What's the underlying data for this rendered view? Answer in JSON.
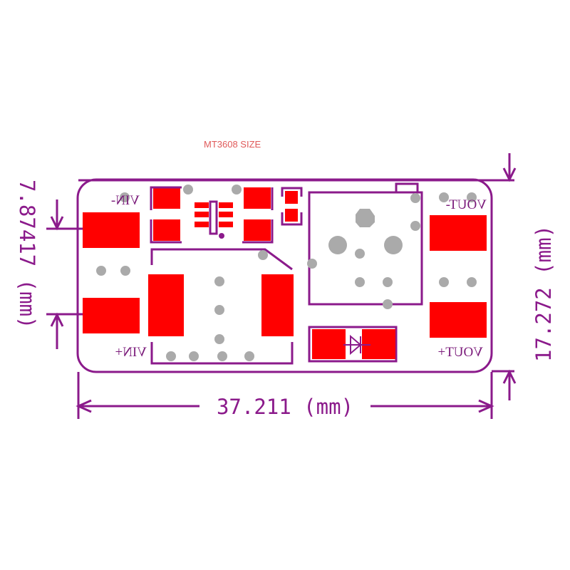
{
  "title": "MT3608  SIZE",
  "labels": {
    "vin_minus": "VIN-",
    "vin_plus": "VIN+",
    "vout_minus": "VOUT-",
    "vout_plus": "VOUT+"
  },
  "dimensions": {
    "width": "37.211 (mm)",
    "height": "17.272 (mm)",
    "terminal_spacing": "7.87417 (mm)"
  },
  "colors": {
    "outline": "#8b1a8b",
    "pad": "#ff0000",
    "hole": "#aaaaaa",
    "title": "#e05a5a"
  }
}
